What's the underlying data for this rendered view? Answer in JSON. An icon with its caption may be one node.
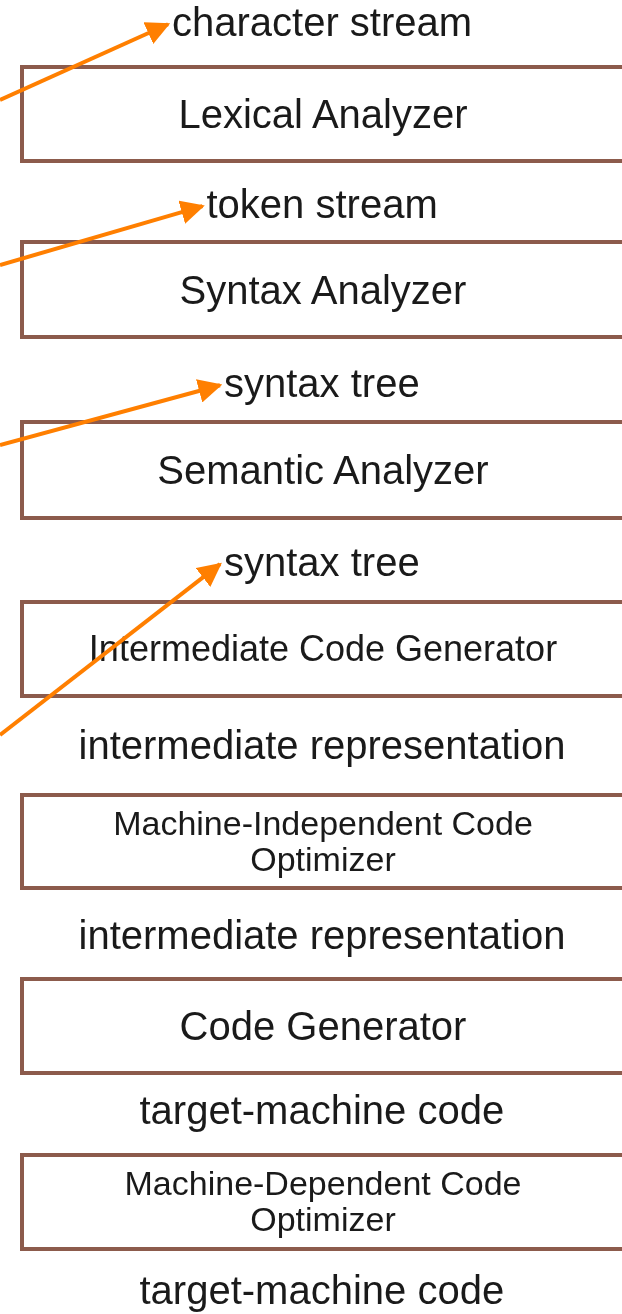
{
  "diagram": {
    "nodes": [
      {
        "text": [
          "character stream"
        ]
      },
      {
        "text": [
          "Lexical Analyzer"
        ]
      },
      {
        "text": [
          "token stream"
        ]
      },
      {
        "text": [
          "Syntax Analyzer"
        ]
      },
      {
        "text": [
          "syntax tree"
        ]
      },
      {
        "text": [
          "Semantic Analyzer"
        ]
      },
      {
        "text": [
          "syntax tree"
        ]
      },
      {
        "text": [
          "Intermediate Code Generator"
        ]
      },
      {
        "text": [
          "Machine-Independent Code Optimizer"
        ]
      },
      {
        "text": [
          "Code Generator"
        ]
      },
      {
        "text": [
          "Machine-Dependent Code Optimizer"
        ]
      }
    ],
    "edges": [
      {
        "from": null,
        "to": 0,
        "arrow": "to"
      },
      {
        "from": null,
        "to": 2,
        "arrow": "to"
      },
      {
        "from": null,
        "to": 4,
        "arrow": "to"
      },
      {
        "from": null,
        "to": 6,
        "arrow": "to"
      }
    ],
    "labels": [
      "intermediate representation",
      "intermediate representation",
      "target-machine code",
      "target-machine code"
    ]
  }
}
